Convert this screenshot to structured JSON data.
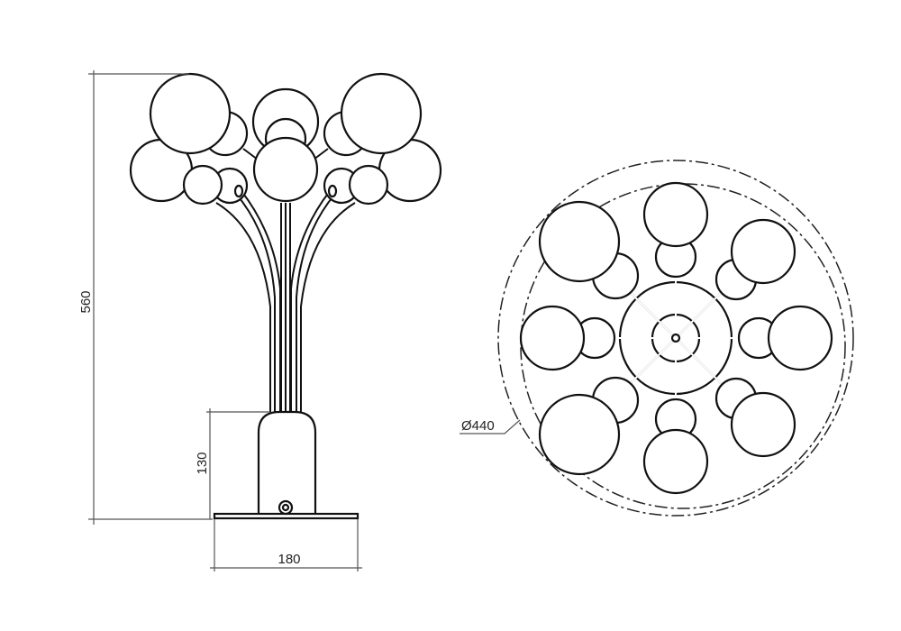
{
  "drawing": {
    "side_view": {
      "height_label": "560",
      "base_height_label": "130",
      "base_width_label": "180"
    },
    "top_view": {
      "diameter_label": "Ø440"
    },
    "colors": {
      "line": "#111111",
      "dimension": "#555555",
      "background": "#ffffff"
    }
  }
}
